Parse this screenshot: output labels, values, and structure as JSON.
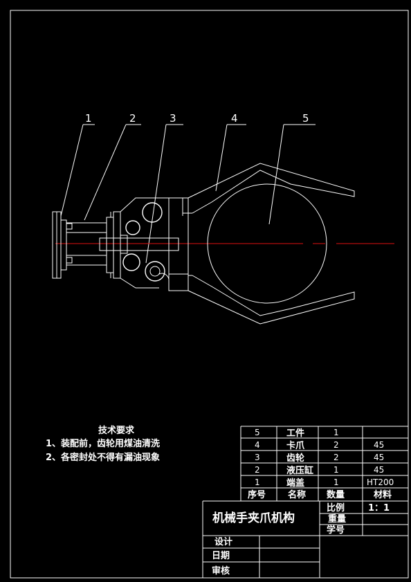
{
  "balloons": [
    "1",
    "2",
    "3",
    "4",
    "5"
  ],
  "tech_requirements": {
    "title": "技术要求",
    "items": [
      "1、装配前，齿轮用煤油清洗",
      "2、各密封处不得有漏油现象"
    ]
  },
  "parts_list": {
    "rows": [
      {
        "no": "5",
        "name": "工件",
        "qty": "1",
        "material": ""
      },
      {
        "no": "4",
        "name": "卡爪",
        "qty": "2",
        "material": "45"
      },
      {
        "no": "3",
        "name": "齿轮",
        "qty": "2",
        "material": "45"
      },
      {
        "no": "2",
        "name": "液压缸",
        "qty": "1",
        "material": "45"
      },
      {
        "no": "1",
        "name": "端盖",
        "qty": "1",
        "material": "HT200"
      }
    ],
    "header": {
      "no": "序号",
      "name": "名称",
      "qty": "数量",
      "material": "材料"
    }
  },
  "title_block": {
    "title": "机械手夹爪机构",
    "scale_label": "比例",
    "scale_value": "1：1",
    "weight_label": "重量",
    "id_label": "学号",
    "design_label": "设计",
    "date_label": "日期",
    "review_label": "审核"
  }
}
